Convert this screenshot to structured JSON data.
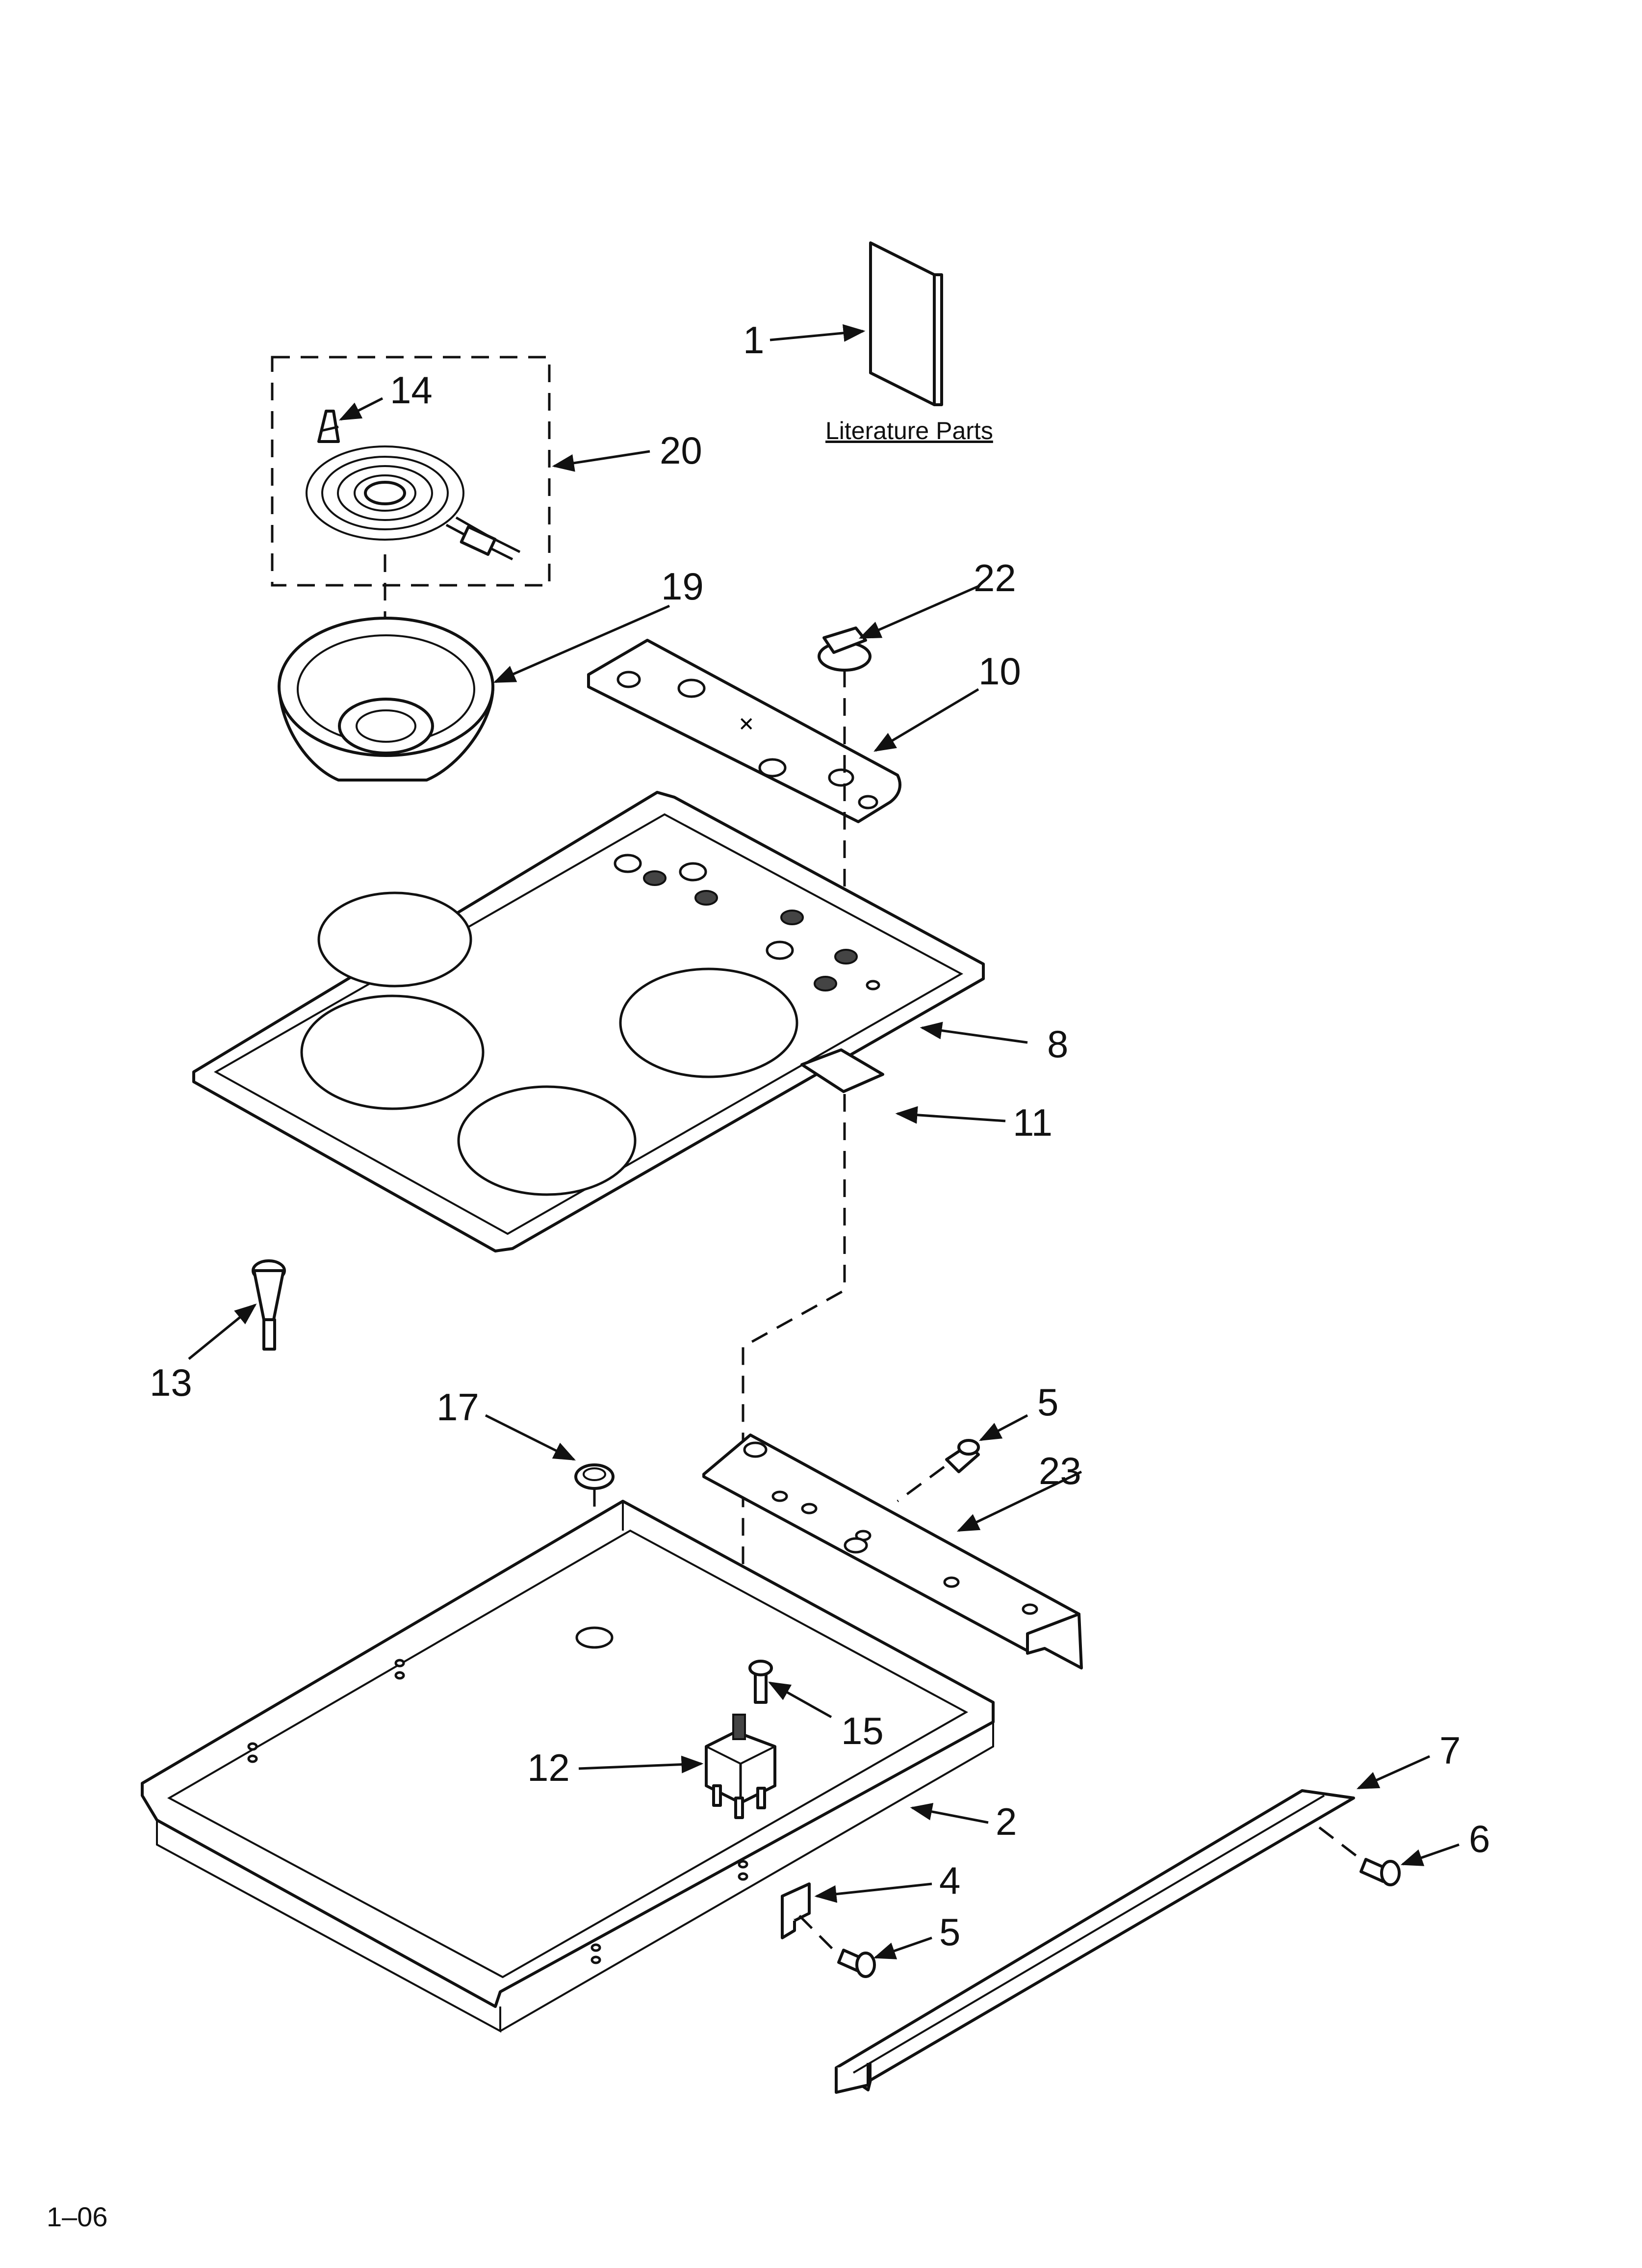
{
  "callouts": {
    "c1": "1",
    "c2": "2",
    "c4": "4",
    "c5a": "5",
    "c5b": "5",
    "c6": "6",
    "c7": "7",
    "c8": "8",
    "c10": "10",
    "c11": "11",
    "c12": "12",
    "c13": "13",
    "c14": "14",
    "c15": "15",
    "c17": "17",
    "c19": "19",
    "c20": "20",
    "c22": "22",
    "c23": "23"
  },
  "literature_label": "Literature Parts",
  "page_code": "1–06"
}
